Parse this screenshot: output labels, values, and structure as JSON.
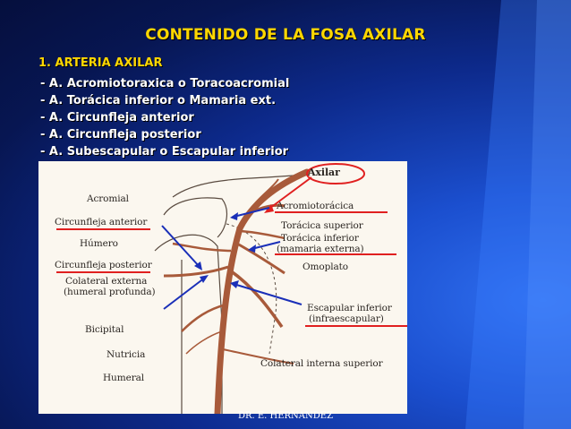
{
  "slide": {
    "title": "CONTENIDO DE LA FOSA AXILAR",
    "heading": "1. ARTERIA AXILAR",
    "items": [
      "- A. Acromiotoraxica o Toracoacromial",
      "- A. Torácica inferior o Mamaria  ext.",
      "- A. Circunfleja anterior",
      "- A. Circunfleja posterior",
      "- A. Subescapular o Escapular inferior"
    ],
    "footer": "DR. E. HERNANDEZ"
  },
  "figure": {
    "labels": {
      "axilar": "Axilar",
      "acromial": "Acromial",
      "acromiotoracica": "Acromiotorácica",
      "circunfleja_anterior": "Circunfleja anterior",
      "toracica_superior": "Torácica superior",
      "toracica_inferior": "Torácica inferior",
      "mamaria_externa": "(mamaria externa)",
      "humero": "Húmero",
      "circunfleja_posterior": "Circunfleja posterior",
      "omoplato": "Omoplato",
      "colateral_externa": "Colateral externa",
      "humeral_profunda": "(humeral profunda)",
      "escapular_inferior": "Escapular inferior",
      "infraescapular": "(infraescapular)",
      "bicipital": "Bicipital",
      "nutricia": "Nutricia",
      "colateral_interna_superior": "Colateral interna superior",
      "humeral": "Humeral"
    }
  },
  "colors": {
    "title": "#ffd700",
    "text": "#ffffff",
    "artery": "#a85a3a",
    "red_marker": "#e02020",
    "blue_arrow": "#1a2fb8"
  }
}
